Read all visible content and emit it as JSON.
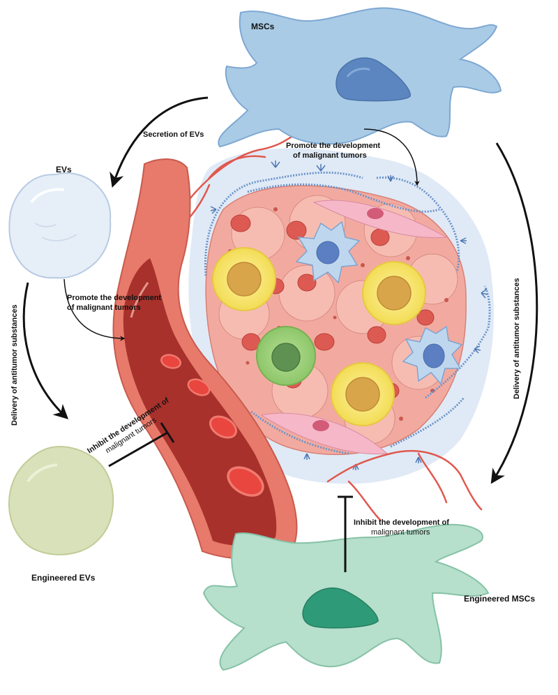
{
  "cells": {
    "mscs": "MSCs",
    "evs": "EVs",
    "engineered_evs": "Engineered EVs",
    "engineered_mscs": "Engineered MSCs"
  },
  "arrows": {
    "secretion": "Secretion of EVs",
    "promote_top_line1": "Promote the development",
    "promote_top_line2": "of malignant tumors",
    "promote_left_line1": "Promote the development",
    "promote_left_line2": "of malignant tumors",
    "delivery_left": "Delivery of antitumor substances",
    "delivery_right": "Delivery of antitumor substances",
    "inhibit_left_line1": "Inhibit the development of",
    "inhibit_left_line2": "malignant tumors",
    "inhibit_bottom_line1": "Inhibit the development of",
    "inhibit_bottom_line2": "malignant tumors"
  },
  "colors": {
    "msc_fill": "#a9cbe6",
    "msc_nucleus": "#5b86c0",
    "eng_msc_fill": "#b6dfcc",
    "eng_msc_nucleus": "#2f9a78",
    "ev_fill": "#e3ecf5",
    "eng_ev_fill": "#d7dfb7",
    "vessel_outer": "#e77a6a",
    "vessel_inner": "#a8312c",
    "tumor": "#f2aaa0",
    "arrow": "#111111"
  }
}
